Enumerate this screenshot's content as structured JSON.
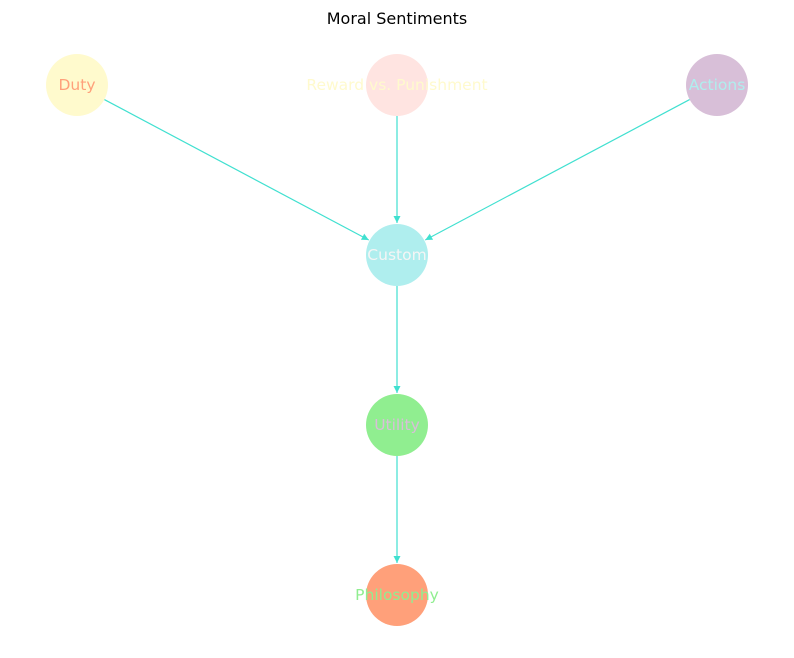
{
  "title": "Moral Sentiments",
  "edge_color": "#40e0d0",
  "nodes": [
    {
      "id": "duty",
      "label": "Duty",
      "fill": "#fffacd",
      "text_color": "#ffa07a"
    },
    {
      "id": "reward",
      "label": "Reward vs. Punishment",
      "fill": "#ffe4e1",
      "text_color": "#fffacd"
    },
    {
      "id": "actions",
      "label": "Actions",
      "fill": "#d8bfd8",
      "text_color": "#afeeee"
    },
    {
      "id": "custom",
      "label": "Custom",
      "fill": "#afeeee",
      "text_color": "#f5f5f5"
    },
    {
      "id": "utility",
      "label": "Utility",
      "fill": "#90ee90",
      "text_color": "#d8bfd8"
    },
    {
      "id": "philosophy",
      "label": "Philosophy",
      "fill": "#ffa07a",
      "text_color": "#90ee90"
    }
  ],
  "edges": [
    {
      "from": "duty",
      "to": "custom"
    },
    {
      "from": "reward",
      "to": "custom"
    },
    {
      "from": "actions",
      "to": "custom"
    },
    {
      "from": "custom",
      "to": "utility"
    },
    {
      "from": "utility",
      "to": "philosophy"
    }
  ]
}
